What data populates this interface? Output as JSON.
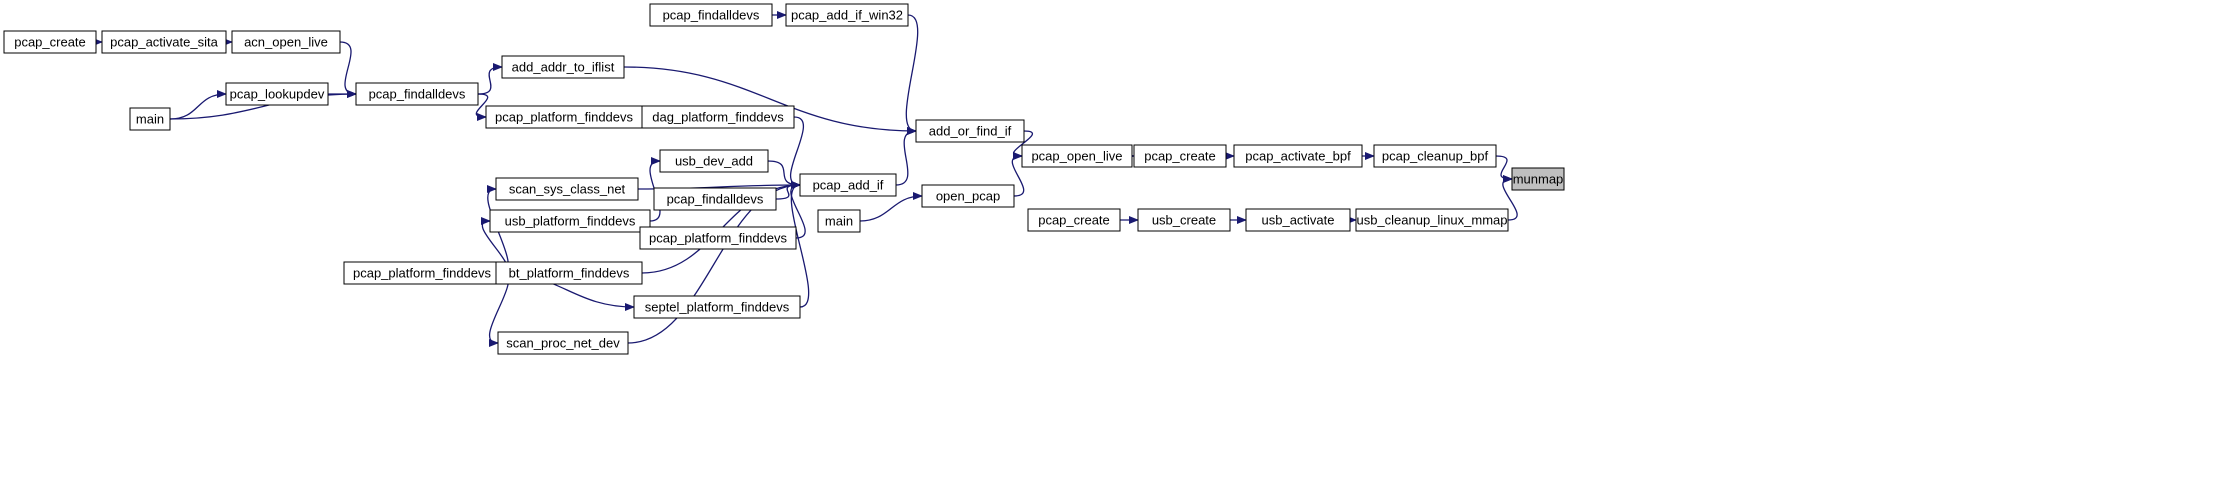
{
  "diagram": {
    "type": "call-graph",
    "edge_color": "#191970",
    "highlight_fill": "#bfbfbf",
    "nodes": {
      "n_create1": "pcap_create",
      "n_sita": "pcap_activate_sita",
      "n_acn": "acn_open_live",
      "n_main1": "main",
      "n_lookup": "pcap_lookupdev",
      "n_findall1": "pcap_findalldevs",
      "n_addaddr": "add_addr_to_iflist",
      "n_platfind1": "pcap_platform_finddevs",
      "n_findall2": "pcap_findalldevs",
      "n_win32": "pcap_add_if_win32",
      "n_dag": "dag_platform_finddevs",
      "n_scansys": "scan_sys_class_net",
      "n_usbdev": "usb_dev_add",
      "n_findall3": "pcap_findalldevs",
      "n_usbplat": "usb_platform_finddevs",
      "n_platfind3": "pcap_platform_finddevs",
      "n_platfind2": "pcap_platform_finddevs",
      "n_bt": "bt_platform_finddevs",
      "n_septel": "septel_platform_finddevs",
      "n_scanproc": "scan_proc_net_dev",
      "n_addorfind": "add_or_find_if",
      "n_addif": "pcap_add_if",
      "n_main2": "main",
      "n_openpcap": "open_pcap",
      "n_openlive": "pcap_open_live",
      "n_create2": "pcap_create",
      "n_actbpf": "pcap_activate_bpf",
      "n_cleanbpf": "pcap_cleanup_bpf",
      "n_create3": "pcap_create",
      "n_usbcreate": "usb_create",
      "n_usbact": "usb_activate",
      "n_usbclean": "usb_cleanup_linux_mmap",
      "n_munmap": "munmap"
    },
    "edges": [
      [
        "n_create1",
        "n_sita"
      ],
      [
        "n_sita",
        "n_acn"
      ],
      [
        "n_acn",
        "n_findall1"
      ],
      [
        "n_main1",
        "n_lookup"
      ],
      [
        "n_main1",
        "n_findall1"
      ],
      [
        "n_lookup",
        "n_findall1"
      ],
      [
        "n_findall1",
        "n_addaddr"
      ],
      [
        "n_findall1",
        "n_platfind1"
      ],
      [
        "n_platfind1",
        "n_dag"
      ],
      [
        "n_findall2",
        "n_win32"
      ],
      [
        "n_win32",
        "n_addorfind"
      ],
      [
        "n_addaddr",
        "n_addorfind"
      ],
      [
        "n_dag",
        "n_addif"
      ],
      [
        "n_scansys",
        "n_addif"
      ],
      [
        "n_usbdev",
        "n_addif"
      ],
      [
        "n_findall3",
        "n_addif"
      ],
      [
        "n_platfind3",
        "n_addif"
      ],
      [
        "n_bt",
        "n_addif"
      ],
      [
        "n_septel",
        "n_addif"
      ],
      [
        "n_scanproc",
        "n_addif"
      ],
      [
        "n_usbplat",
        "n_usbdev"
      ],
      [
        "n_platfind2",
        "n_scansys"
      ],
      [
        "n_platfind2",
        "n_usbplat"
      ],
      [
        "n_platfind2",
        "n_bt"
      ],
      [
        "n_platfind2",
        "n_septel"
      ],
      [
        "n_platfind2",
        "n_scanproc"
      ],
      [
        "n_addif",
        "n_addorfind"
      ],
      [
        "n_main2",
        "n_openpcap"
      ],
      [
        "n_openpcap",
        "n_openlive"
      ],
      [
        "n_addorfind",
        "n_openlive"
      ],
      [
        "n_openlive",
        "n_create2"
      ],
      [
        "n_create2",
        "n_actbpf"
      ],
      [
        "n_actbpf",
        "n_cleanbpf"
      ],
      [
        "n_cleanbpf",
        "n_munmap"
      ],
      [
        "n_create3",
        "n_usbcreate"
      ],
      [
        "n_usbcreate",
        "n_usbact"
      ],
      [
        "n_usbact",
        "n_usbclean"
      ],
      [
        "n_usbclean",
        "n_munmap"
      ]
    ],
    "highlighted": "n_munmap"
  }
}
